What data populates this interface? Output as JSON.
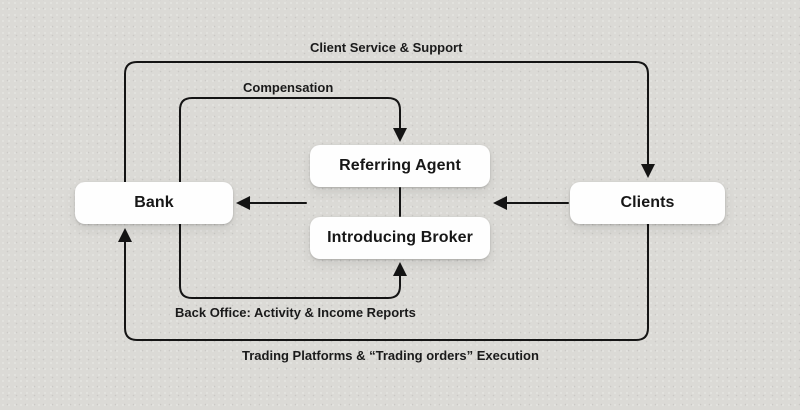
{
  "colors": {
    "background": "#dbdad6",
    "line": "#141414",
    "node_background": "#fefefe",
    "text": "#1a1a1a"
  },
  "nodes": {
    "bank": {
      "label": "Bank"
    },
    "referring_agent": {
      "label": "Referring Agent"
    },
    "introducing_broker": {
      "label": "Introducing Broker"
    },
    "clients": {
      "label": "Clients"
    }
  },
  "edges": {
    "client_service": {
      "label": "Client Service & Support",
      "from": "Bank",
      "to": "Clients"
    },
    "compensation": {
      "label": "Compensation",
      "from": "Bank",
      "to": "Referring Agent"
    },
    "brokers_to_bank": {
      "from": "Referring Agent / Introducing Broker",
      "to": "Bank"
    },
    "clients_to_brokers": {
      "from": "Clients",
      "to": "Referring Agent / Introducing Broker"
    },
    "back_office": {
      "label": "Back Office: Activity & Income Reports",
      "from": "Bank",
      "to": "Introducing Broker"
    },
    "trading": {
      "label": "Trading Platforms & “Trading orders” Execution",
      "from": "Clients",
      "to": "Bank"
    }
  }
}
